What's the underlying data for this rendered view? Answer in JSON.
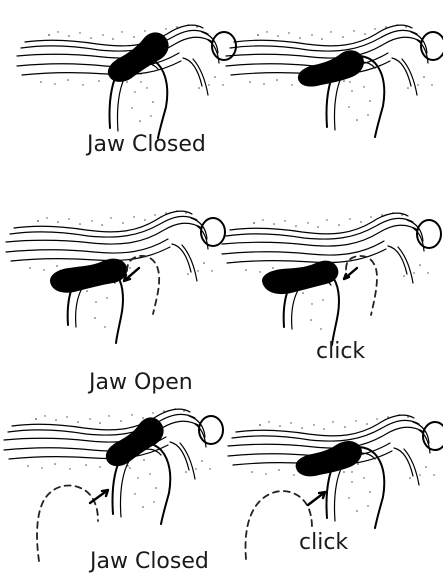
{
  "labels": {
    "jaw_closed_top": "Jaw Closed",
    "click_middle": "click",
    "jaw_open": "Jaw Open",
    "click_bottom": "click",
    "jaw_closed_bottom": "Jaw Closed"
  }
}
